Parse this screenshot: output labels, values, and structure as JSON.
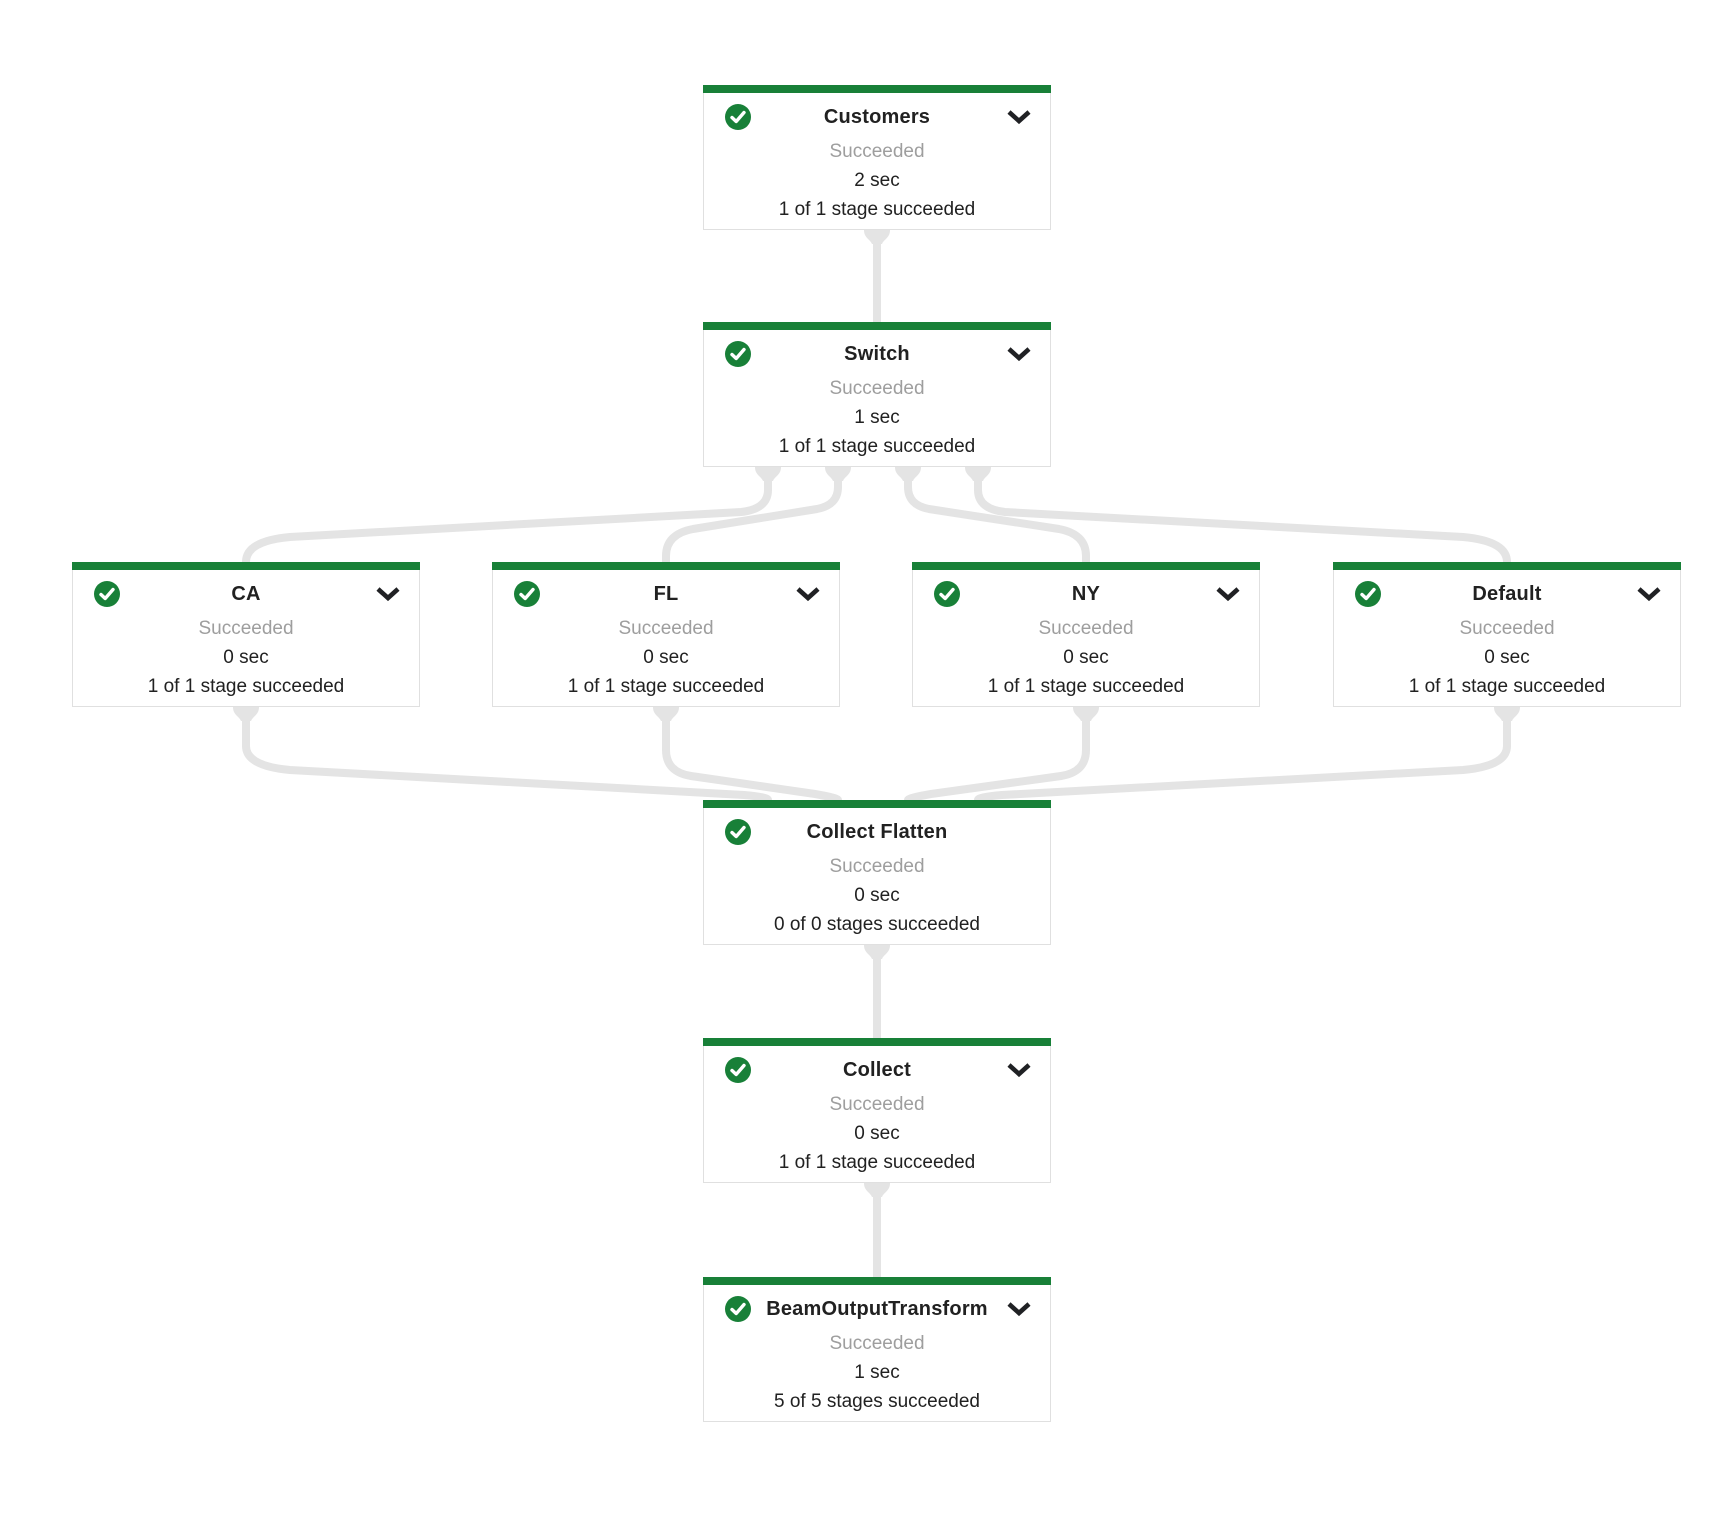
{
  "app": "dataflow-job-graph",
  "colors": {
    "accent": "#188038",
    "edge": "#e4e4e4",
    "border": "#e0e0e0",
    "status_gray": "#9e9e9e",
    "text_dark": "#212121"
  },
  "icons": {
    "state_icon": "check-circle",
    "expand_icon": "chevron-down"
  },
  "nodes": [
    {
      "id": "customers",
      "title": "Customers",
      "status": "Succeeded",
      "duration": "2 sec",
      "stages": "1 of 1 stage succeeded",
      "has_chevron": true
    },
    {
      "id": "switch",
      "title": "Switch",
      "status": "Succeeded",
      "duration": "1 sec",
      "stages": "1 of 1 stage succeeded",
      "has_chevron": true
    },
    {
      "id": "ca",
      "title": "CA",
      "status": "Succeeded",
      "duration": "0 sec",
      "stages": "1 of 1 stage succeeded",
      "has_chevron": true
    },
    {
      "id": "fl",
      "title": "FL",
      "status": "Succeeded",
      "duration": "0 sec",
      "stages": "1 of 1 stage succeeded",
      "has_chevron": true
    },
    {
      "id": "ny",
      "title": "NY",
      "status": "Succeeded",
      "duration": "0 sec",
      "stages": "1 of 1 stage succeeded",
      "has_chevron": true
    },
    {
      "id": "default",
      "title": "Default",
      "status": "Succeeded",
      "duration": "0 sec",
      "stages": "1 of 1 stage succeeded",
      "has_chevron": true
    },
    {
      "id": "collect-flatten",
      "title": "Collect Flatten",
      "status": "Succeeded",
      "duration": "0 sec",
      "stages": "0 of 0 stages succeeded",
      "has_chevron": false
    },
    {
      "id": "collect",
      "title": "Collect",
      "status": "Succeeded",
      "duration": "0 sec",
      "stages": "1 of 1 stage succeeded",
      "has_chevron": true
    },
    {
      "id": "beam-output-transform",
      "title": "BeamOutputTransform",
      "status": "Succeeded",
      "duration": "1 sec",
      "stages": "5 of 5 stages succeeded",
      "has_chevron": true
    }
  ],
  "edges": [
    {
      "from": "customers",
      "to": "switch"
    },
    {
      "from": "switch",
      "to": "ca"
    },
    {
      "from": "switch",
      "to": "fl"
    },
    {
      "from": "switch",
      "to": "ny"
    },
    {
      "from": "switch",
      "to": "default"
    },
    {
      "from": "ca",
      "to": "collect-flatten"
    },
    {
      "from": "fl",
      "to": "collect-flatten"
    },
    {
      "from": "ny",
      "to": "collect-flatten"
    },
    {
      "from": "default",
      "to": "collect-flatten"
    },
    {
      "from": "collect-flatten",
      "to": "collect"
    },
    {
      "from": "collect",
      "to": "beam-output-transform"
    }
  ]
}
